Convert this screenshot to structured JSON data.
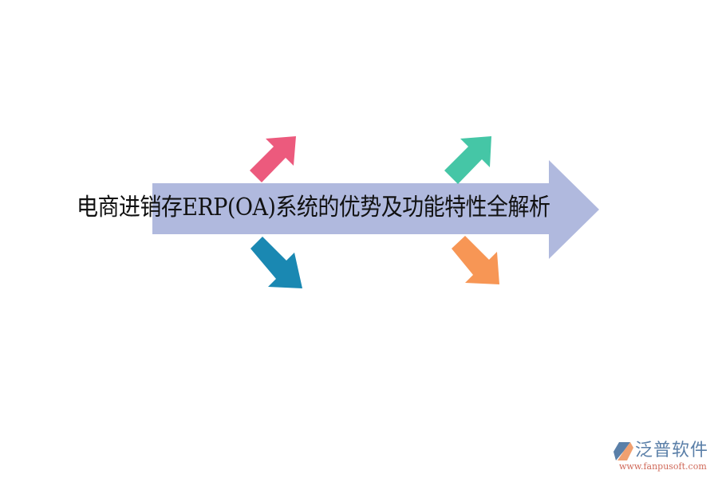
{
  "diagram": {
    "title": "电商进销存ERP(OA)系统的优势及功能特性全解析",
    "main_arrow": {
      "direction": "right",
      "color": "#b0b9de"
    },
    "branch_arrows": [
      {
        "id": "top-left",
        "direction": "up-right",
        "color": "#ec5a7d"
      },
      {
        "id": "bottom-left",
        "direction": "down-right",
        "color": "#1a88b2"
      },
      {
        "id": "top-right",
        "direction": "up-right",
        "color": "#45c6a6"
      },
      {
        "id": "bottom-right",
        "direction": "down-right",
        "color": "#f79655"
      }
    ]
  },
  "logo": {
    "name": "泛普软件",
    "url": "www.fanpusoft.com"
  }
}
